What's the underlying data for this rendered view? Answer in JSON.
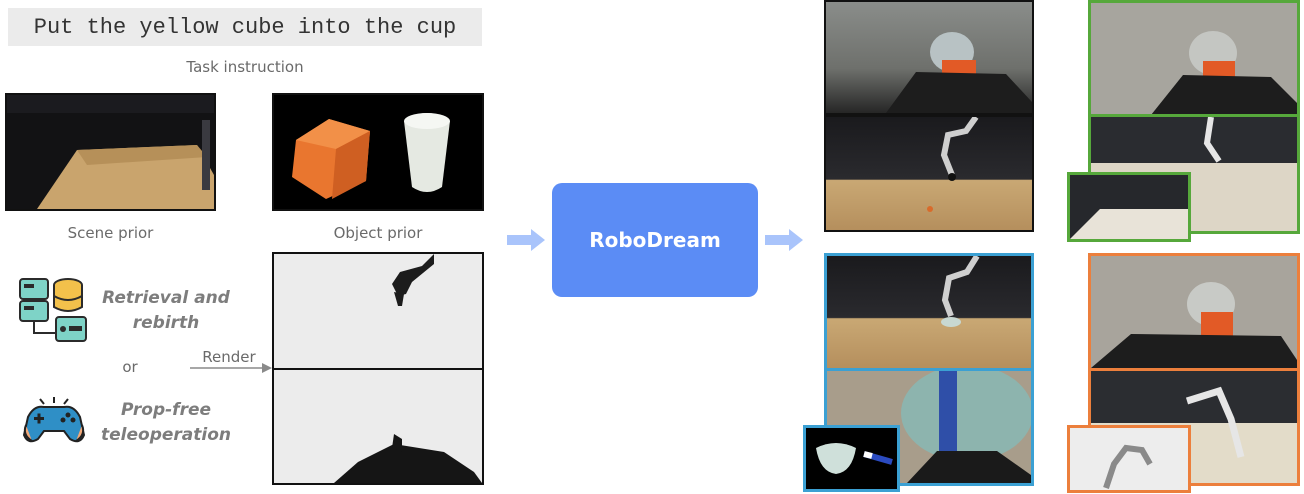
{
  "instruction": {
    "text": "Put the yellow cube into the cup",
    "caption": "Task instruction"
  },
  "priors": {
    "scene_caption": "Scene prior",
    "object_caption": "Object prior"
  },
  "methods": {
    "retrieval": "Retrieval and rebirth",
    "or_text": "or",
    "teleop": "Prop-free teleoperation",
    "render_label": "Render"
  },
  "model": {
    "name": "RoboDream"
  },
  "colors": {
    "model_box": "#5b8cf5",
    "arrow": "#a9c4fb",
    "frame_blue": "#3ba0d3",
    "frame_green": "#56a83b",
    "frame_orange": "#ec7f3c"
  },
  "icons": [
    "database-icon",
    "gamepad-icon",
    "arrow-right-icon"
  ]
}
